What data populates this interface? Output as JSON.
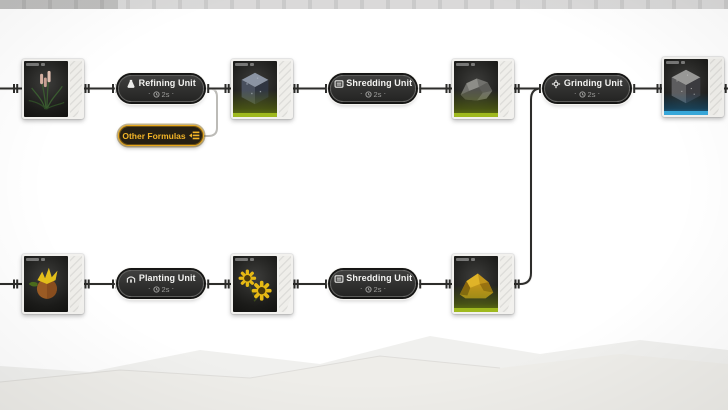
{
  "ui": {
    "dot": "·"
  },
  "flow": {
    "units": [
      {
        "label": "Refining Unit",
        "time": "2s",
        "icon": "refinery-icon"
      },
      {
        "label": "Shredding Unit",
        "time": "2s",
        "icon": "shredder-icon"
      },
      {
        "label": "Grinding Unit",
        "time": "2s",
        "icon": "grinder-icon"
      },
      {
        "label": "Planting Unit",
        "time": "2s",
        "icon": "planter-icon"
      },
      {
        "label": "Shredding Unit",
        "time": "2s",
        "icon": "shredder-icon"
      }
    ],
    "other_formulas": {
      "label": "Other Formulas",
      "icon": "formula-list-icon"
    },
    "items": [
      {
        "icon": "reed-plant-image",
        "strip_color": null
      },
      {
        "icon": "stone-cube-image",
        "strip_color": "#9fb91e"
      },
      {
        "icon": "ore-rock-image",
        "strip_color": "#9fb91e"
      },
      {
        "icon": "concrete-cube-image",
        "strip_color": "#38a8da"
      },
      {
        "icon": "seed-bulb-image",
        "strip_color": null
      },
      {
        "icon": "sunflower-image",
        "strip_color": null
      },
      {
        "icon": "sulfur-ore-image",
        "strip_color": "#9fb91e"
      }
    ],
    "colors": {
      "wire": "#2d2d2b",
      "node_fill": "#2e2e2e",
      "strip_green": "#9fb91e",
      "strip_blue": "#38a8da",
      "gold": "#e8a81c"
    }
  }
}
